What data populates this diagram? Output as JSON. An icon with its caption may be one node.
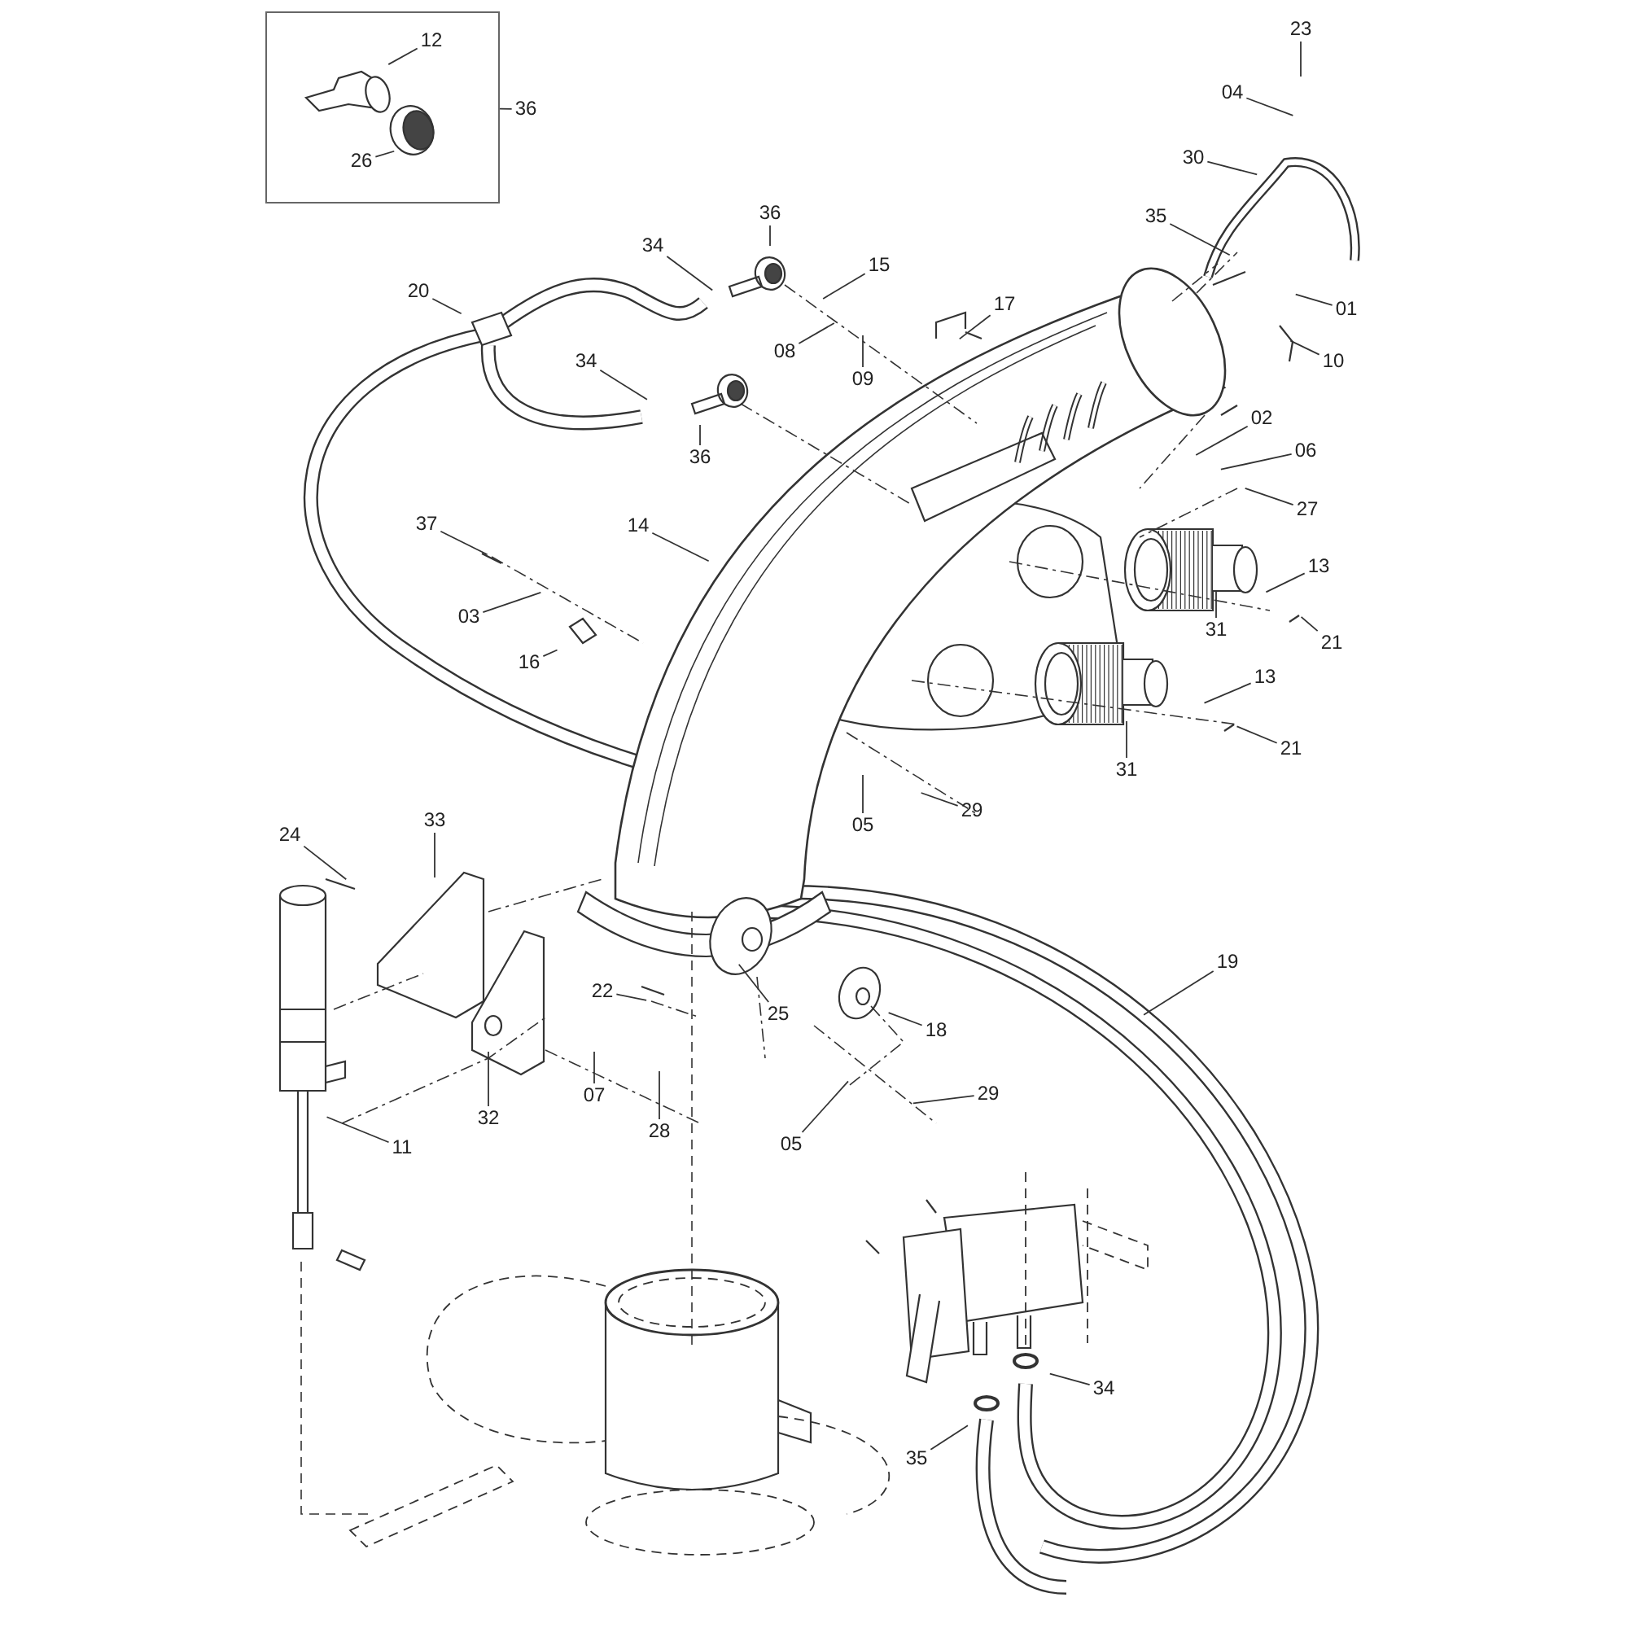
{
  "diagram": {
    "nodes": [
      {
        "text": [],
        "shape": "box"
      },
      {
        "text": [
          "12"
        ],
        "in": 0
      },
      {
        "text": [
          "26"
        ],
        "in": 0
      },
      {
        "text": [
          "36"
        ]
      },
      {
        "text": [
          "23"
        ]
      },
      {
        "text": [
          "04"
        ]
      },
      {
        "text": [
          "30"
        ]
      },
      {
        "text": [
          "36"
        ]
      },
      {
        "text": [
          "34"
        ]
      },
      {
        "text": [
          "35"
        ]
      },
      {
        "text": [
          "15"
        ]
      },
      {
        "text": [
          "17"
        ]
      },
      {
        "text": [
          "01"
        ]
      },
      {
        "text": [
          "20"
        ]
      },
      {
        "text": [
          "08"
        ]
      },
      {
        "text": [
          "10"
        ]
      },
      {
        "text": [
          "09"
        ]
      },
      {
        "text": [
          "34"
        ]
      },
      {
        "text": [
          "02"
        ]
      },
      {
        "text": [
          "36"
        ]
      },
      {
        "text": [
          "06"
        ]
      },
      {
        "text": [
          "27"
        ]
      },
      {
        "text": [
          "37"
        ]
      },
      {
        "text": [
          "14"
        ]
      },
      {
        "text": [
          "13"
        ]
      },
      {
        "text": [
          "03"
        ]
      },
      {
        "text": [
          "31"
        ]
      },
      {
        "text": [
          "21"
        ]
      },
      {
        "text": [
          "16"
        ]
      },
      {
        "text": [
          "13"
        ]
      },
      {
        "text": [
          "21"
        ]
      },
      {
        "text": [
          "31"
        ]
      },
      {
        "text": [
          "05"
        ]
      },
      {
        "text": [
          "29"
        ]
      },
      {
        "text": [
          "24"
        ]
      },
      {
        "text": [
          "33"
        ]
      },
      {
        "text": [
          "19"
        ]
      },
      {
        "text": [
          "22"
        ]
      },
      {
        "text": [
          "25"
        ]
      },
      {
        "text": [
          "18"
        ]
      },
      {
        "text": [
          "07"
        ]
      },
      {
        "text": [
          "28"
        ]
      },
      {
        "text": [
          "32"
        ]
      },
      {
        "text": [
          "29"
        ]
      },
      {
        "text": [
          "05"
        ]
      },
      {
        "text": [
          "11"
        ]
      },
      {
        "text": [
          "34"
        ]
      },
      {
        "text": [
          "35"
        ]
      }
    ],
    "edges": [
      {
        "from": 1,
        "to": null,
        "arrow": "none"
      },
      {
        "from": 2,
        "to": null,
        "arrow": "none"
      },
      {
        "from": 3,
        "to": 0,
        "arrow": "none"
      },
      {
        "from": 4,
        "to": null,
        "arrow": "none"
      },
      {
        "from": 5,
        "to": null,
        "arrow": "none"
      },
      {
        "from": 6,
        "to": null,
        "arrow": "none"
      },
      {
        "from": 7,
        "to": null,
        "arrow": "none"
      },
      {
        "from": 8,
        "to": null,
        "arrow": "none"
      },
      {
        "from": 9,
        "to": null,
        "arrow": "none"
      },
      {
        "from": 10,
        "to": null,
        "arrow": "none"
      },
      {
        "from": 11,
        "to": null,
        "arrow": "none"
      },
      {
        "from": 12,
        "to": null,
        "arrow": "none"
      },
      {
        "from": 13,
        "to": null,
        "arrow": "none"
      },
      {
        "from": 14,
        "to": null,
        "arrow": "none"
      },
      {
        "from": 15,
        "to": null,
        "arrow": "none"
      },
      {
        "from": 16,
        "to": null,
        "arrow": "none"
      },
      {
        "from": 17,
        "to": null,
        "arrow": "none"
      },
      {
        "from": 18,
        "to": null,
        "arrow": "none"
      },
      {
        "from": 19,
        "to": null,
        "arrow": "none"
      },
      {
        "from": 20,
        "to": null,
        "arrow": "none"
      },
      {
        "from": 21,
        "to": null,
        "arrow": "none"
      },
      {
        "from": 22,
        "to": null,
        "arrow": "none"
      },
      {
        "from": 23,
        "to": null,
        "arrow": "none"
      },
      {
        "from": 24,
        "to": null,
        "arrow": "none"
      },
      {
        "from": 25,
        "to": null,
        "arrow": "none"
      },
      {
        "from": 26,
        "to": null,
        "arrow": "none"
      },
      {
        "from": 27,
        "to": null,
        "arrow": "none"
      },
      {
        "from": 28,
        "to": null,
        "arrow": "none"
      },
      {
        "from": 29,
        "to": null,
        "arrow": "none"
      },
      {
        "from": 30,
        "to": null,
        "arrow": "none"
      },
      {
        "from": 31,
        "to": null,
        "arrow": "none"
      },
      {
        "from": 32,
        "to": null,
        "arrow": "none"
      },
      {
        "from": 33,
        "to": null,
        "arrow": "none"
      },
      {
        "from": 34,
        "to": null,
        "arrow": "none"
      },
      {
        "from": 35,
        "to": null,
        "arrow": "none"
      },
      {
        "from": 36,
        "to": null,
        "arrow": "none"
      },
      {
        "from": 37,
        "to": null,
        "arrow": "none"
      },
      {
        "from": 38,
        "to": null,
        "arrow": "none"
      },
      {
        "from": 39,
        "to": null,
        "arrow": "none"
      },
      {
        "from": 40,
        "to": null,
        "arrow": "none"
      },
      {
        "from": 41,
        "to": null,
        "arrow": "none"
      },
      {
        "from": 42,
        "to": null,
        "arrow": "none"
      },
      {
        "from": 43,
        "to": null,
        "arrow": "none"
      },
      {
        "from": 44,
        "to": null,
        "arrow": "none"
      },
      {
        "from": 45,
        "to": null,
        "arrow": "none"
      },
      {
        "from": 46,
        "to": null,
        "arrow": "none"
      },
      {
        "from": 47,
        "to": null,
        "arrow": "none"
      }
    ]
  }
}
